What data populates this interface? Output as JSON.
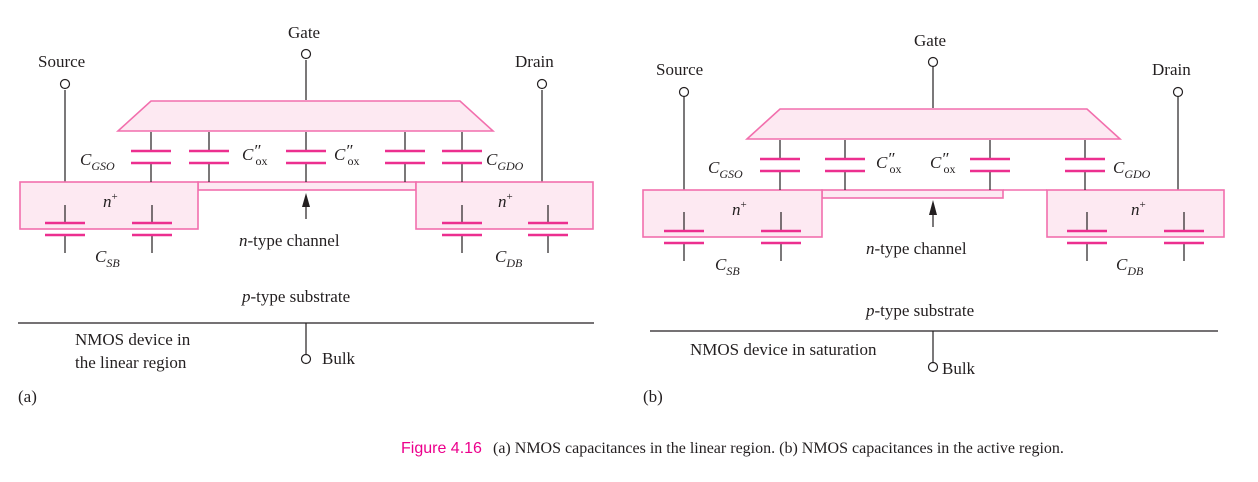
{
  "figure": {
    "number": "Figure 4.16",
    "caption": "(a) NMOS capacitances in the linear region. (b) NMOS capacitances in the active region.",
    "colors": {
      "accent": "#ec008c",
      "region_fill": "#fde9f2",
      "region_stroke": "#f26fad",
      "line": "#231f20"
    }
  },
  "panels": [
    {
      "id": "a",
      "panel_label": "(a)",
      "terminals": {
        "source": "Source",
        "gate": "Gate",
        "drain": "Drain",
        "bulk": "Bulk"
      },
      "capacitors": {
        "gso": {
          "base": "C",
          "sub": "GSO"
        },
        "gdo": {
          "base": "C",
          "sub": "GDO"
        },
        "sb": {
          "base": "C",
          "sub": "SB"
        },
        "db": {
          "base": "C",
          "sub": "DB"
        },
        "ox": {
          "base": "C",
          "prime": "″",
          "sub": "ox"
        }
      },
      "doping": "n",
      "doping_sup": "+",
      "channel_label": {
        "italic": "n",
        "rest": "-type channel"
      },
      "substrate_label": {
        "italic": "p",
        "rest": "-type substrate"
      },
      "region_label_lines": [
        "NMOS device in",
        "the linear region"
      ]
    },
    {
      "id": "b",
      "panel_label": "(b)",
      "terminals": {
        "source": "Source",
        "gate": "Gate",
        "drain": "Drain",
        "bulk": "Bulk"
      },
      "capacitors": {
        "gso": {
          "base": "C",
          "sub": "GSO"
        },
        "gdo": {
          "base": "C",
          "sub": "GDO"
        },
        "sb": {
          "base": "C",
          "sub": "SB"
        },
        "db": {
          "base": "C",
          "sub": "DB"
        },
        "ox": {
          "base": "C",
          "prime": "″",
          "sub": "ox"
        }
      },
      "doping": "n",
      "doping_sup": "+",
      "channel_label": {
        "italic": "n",
        "rest": "-type channel"
      },
      "substrate_label": {
        "italic": "p",
        "rest": "-type substrate"
      },
      "region_label_lines": [
        "NMOS device in saturation"
      ]
    }
  ]
}
